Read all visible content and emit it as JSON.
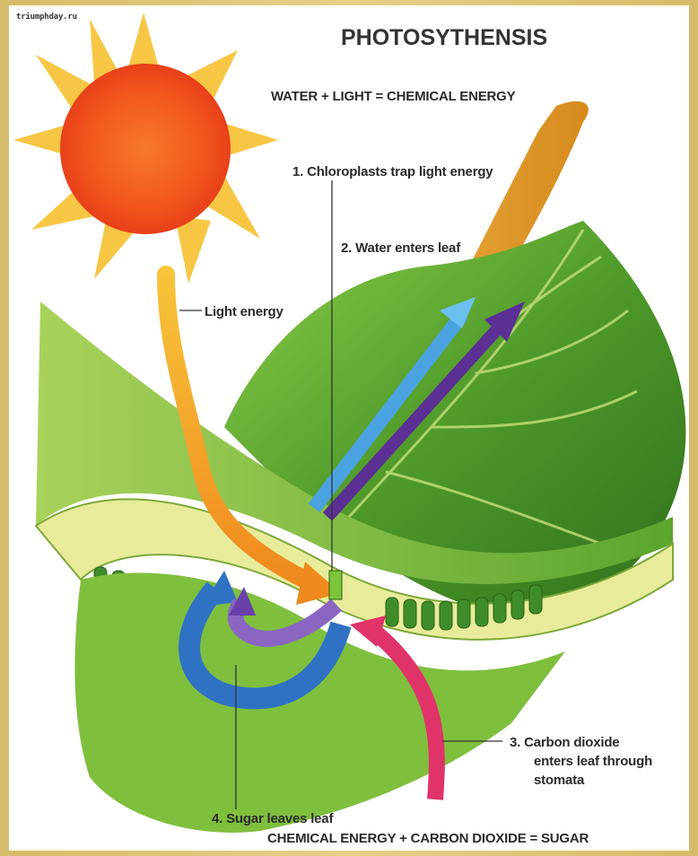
{
  "watermark": "triumphday.ru",
  "title": "PHOTOSYTHENSIS",
  "equation_top": "WATER + LIGHT = CHEMICAL ENERGY",
  "steps": {
    "step1": "1.  Chloroplasts trap light energy",
    "step2": "2.  Water enters leaf",
    "step3_line1": "3.  Carbon dioxide",
    "step3_line2": "enters leaf through",
    "step3_line3": "stomata",
    "step4": "4.  Sugar leaves leaf"
  },
  "light_label": "Light energy",
  "equation_bottom": "CHEMICAL ENERGY + CARBON DIOXIDE = SUGAR",
  "colors": {
    "sun": "#f2551c",
    "sun_rays": "#f7c43a",
    "leaf": "#4f9a2a",
    "water_arrow": "#4aa3e0",
    "purple_arrow": "#5b2f94",
    "co2_arrow": "#e0336a",
    "sugar_arrow": "#2f72c4",
    "light_arrow": "#f5a623"
  }
}
